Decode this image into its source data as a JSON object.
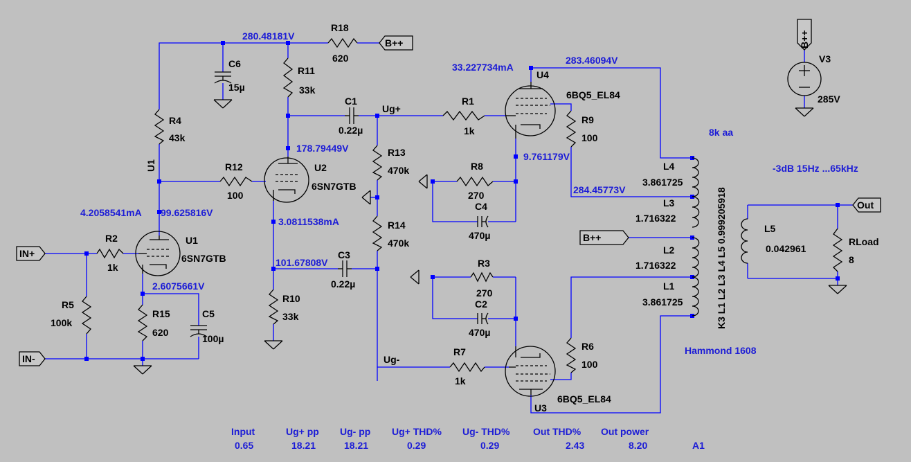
{
  "nodes": {
    "v280": "280.48181V",
    "v178": "178.79449V",
    "v99": "99.625816V",
    "i4": "4.2058541mA",
    "v2607": "2.6075661V",
    "i3": "3.0811538mA",
    "v101": "101.67808V",
    "i33": "33.227734mA",
    "v283": "283.46094V",
    "v976": "9.761179V",
    "v284": "284.45773V"
  },
  "ports": {
    "bpp_top": "B++",
    "bpp_mid": "B++",
    "bpp_v3": "B++",
    "inp": "IN+",
    "inn": "IN-",
    "out": "Out"
  },
  "nets": {
    "ugp": "Ug+",
    "ugm": "Ug-"
  },
  "parts": {
    "R18": {
      "name": "R18",
      "value": "620"
    },
    "C6": {
      "name": "C6",
      "value": "15µ"
    },
    "R11": {
      "name": "R11",
      "value": "33k"
    },
    "R4": {
      "name": "R4",
      "value": "43k"
    },
    "U1_tag": "U1",
    "R12": {
      "name": "R12",
      "value": "100"
    },
    "U2": {
      "name": "U2",
      "value": "6SN7GTB"
    },
    "C1": {
      "name": "C1",
      "value": "0.22µ"
    },
    "R13": {
      "name": "R13",
      "value": "470k"
    },
    "R14": {
      "name": "R14",
      "value": "470k"
    },
    "R2": {
      "name": "R2",
      "value": "1k"
    },
    "U1": {
      "name": "U1",
      "value": "6SN7GTB"
    },
    "R5": {
      "name": "R5",
      "value": "100k"
    },
    "R15": {
      "name": "R15",
      "value": "620"
    },
    "C5": {
      "name": "C5",
      "value": "100µ"
    },
    "C3": {
      "name": "C3",
      "value": "0.22µ"
    },
    "R10": {
      "name": "R10",
      "value": "33k"
    },
    "R1": {
      "name": "R1",
      "value": "1k"
    },
    "U4": {
      "name": "U4",
      "value": "6BQ5_EL84"
    },
    "R9": {
      "name": "R9",
      "value": "100"
    },
    "R8": {
      "name": "R8",
      "value": "270"
    },
    "C4": {
      "name": "C4",
      "value": "470µ"
    },
    "R3": {
      "name": "R3",
      "value": "270"
    },
    "C2": {
      "name": "C2",
      "value": "470µ"
    },
    "R7": {
      "name": "R7",
      "value": "1k"
    },
    "R6": {
      "name": "R6",
      "value": "100"
    },
    "U3": {
      "name": "U3",
      "value": "6BQ5_EL84"
    },
    "L4": {
      "name": "L4",
      "value": "3.861725"
    },
    "L3": {
      "name": "L3",
      "value": "1.716322"
    },
    "L2": {
      "name": "L2",
      "value": "1.716322"
    },
    "L1": {
      "name": "L1",
      "value": "3.861725"
    },
    "L5": {
      "name": "L5",
      "value": "0.042961"
    },
    "RLoad": {
      "name": "RLoad",
      "value": "8"
    },
    "V3": {
      "name": "V3",
      "value": "285V"
    }
  },
  "directives": {
    "transformer": "8k aa",
    "coupling": "K3 L1 L2 L3 L4 L5 0.999205918",
    "bandwidth": "-3dB 15Hz ...65kHz",
    "hammond": "Hammond 1608"
  },
  "measurements": [
    {
      "label": "Input",
      "value": "0.65"
    },
    {
      "label": "Ug+ pp",
      "value": "18.21"
    },
    {
      "label": "Ug- pp",
      "value": "18.21"
    },
    {
      "label": "Ug+ THD%",
      "value": "0.29"
    },
    {
      "label": "Ug- THD%",
      "value": "0.29"
    },
    {
      "label": "Out THD%",
      "value": "2.43"
    },
    {
      "label": "Out power",
      "value": "8.20"
    }
  ],
  "footer_tag": "A1"
}
